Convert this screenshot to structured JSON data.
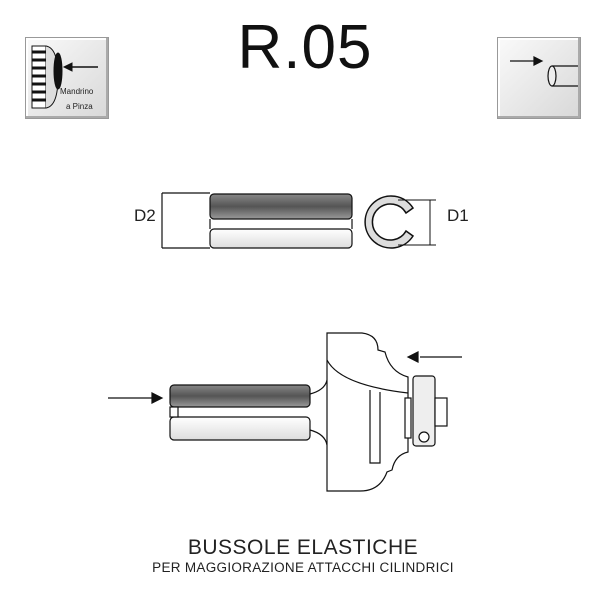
{
  "title": "R.05",
  "left_icon": {
    "line1": "Mandrino",
    "line2": "a Pinza"
  },
  "dimensions": {
    "d2": "D2",
    "d1": "D1"
  },
  "heading": "BUSSOLE ELASTICHE",
  "subheading": "PER MAGGIORAZIONE ATTACCHI CILINDRICI"
}
